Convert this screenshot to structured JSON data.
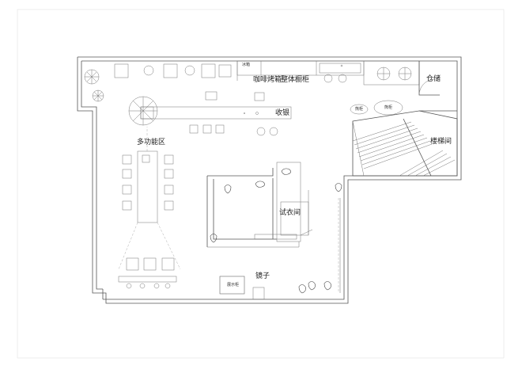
{
  "labels": {
    "bingxiang": "冰箱",
    "coffee": "咖啡",
    "kaoxiang": "烤箱",
    "cabinet": "整体橱柜",
    "storage": "仓储",
    "cashier": "收银",
    "display1": "熊柜",
    "display2": "熊柜",
    "stairs": "楼梯间",
    "multi": "多功能区",
    "fitting": "试衣间",
    "mirror": "镜子",
    "shelf": "展示柜"
  },
  "colors": {
    "line": "#555555",
    "thin": "#777777",
    "background": "#ffffff"
  },
  "icons": [
    "plant-icon",
    "chair-icon",
    "stair-icon",
    "mannequin-icon"
  ]
}
